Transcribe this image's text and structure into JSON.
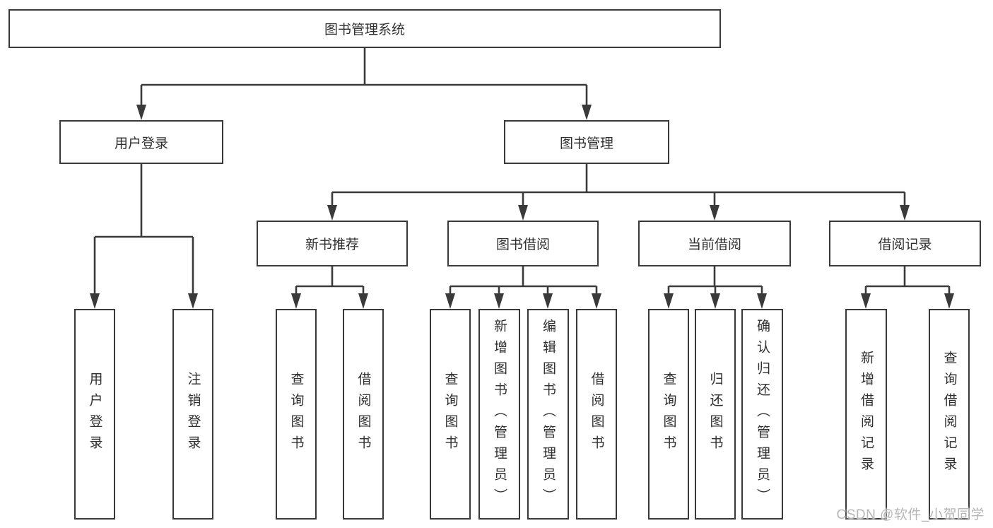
{
  "diagram": {
    "watermark": "CSDN @软件_小贺同学",
    "colors": {
      "line": "#3a3a3a",
      "text": "#2f2f2f",
      "box_background": "#ffffff",
      "watermark": "#b6b6b6",
      "page_background": "#ffffff"
    },
    "tree": {
      "label": "图书管理系统",
      "children": [
        {
          "label": "用户登录",
          "children": [
            {
              "label": "用户登录"
            },
            {
              "label": "注销登录"
            }
          ]
        },
        {
          "label": "图书管理",
          "children": [
            {
              "label": "新书推荐",
              "children": [
                {
                  "label": "查询图书"
                },
                {
                  "label": "借阅图书"
                }
              ]
            },
            {
              "label": "图书借阅",
              "children": [
                {
                  "label": "查询图书"
                },
                {
                  "label": "新增图书（管理员）"
                },
                {
                  "label": "编辑图书（管理员）"
                },
                {
                  "label": "借阅图书"
                }
              ]
            },
            {
              "label": "当前借阅",
              "children": [
                {
                  "label": "查询图书"
                },
                {
                  "label": "归还图书"
                },
                {
                  "label": "确认归还（管理员）"
                }
              ]
            },
            {
              "label": "借阅记录",
              "children": [
                {
                  "label": "新增借阅记录"
                },
                {
                  "label": "查询借阅记录"
                }
              ]
            }
          ]
        }
      ]
    }
  }
}
